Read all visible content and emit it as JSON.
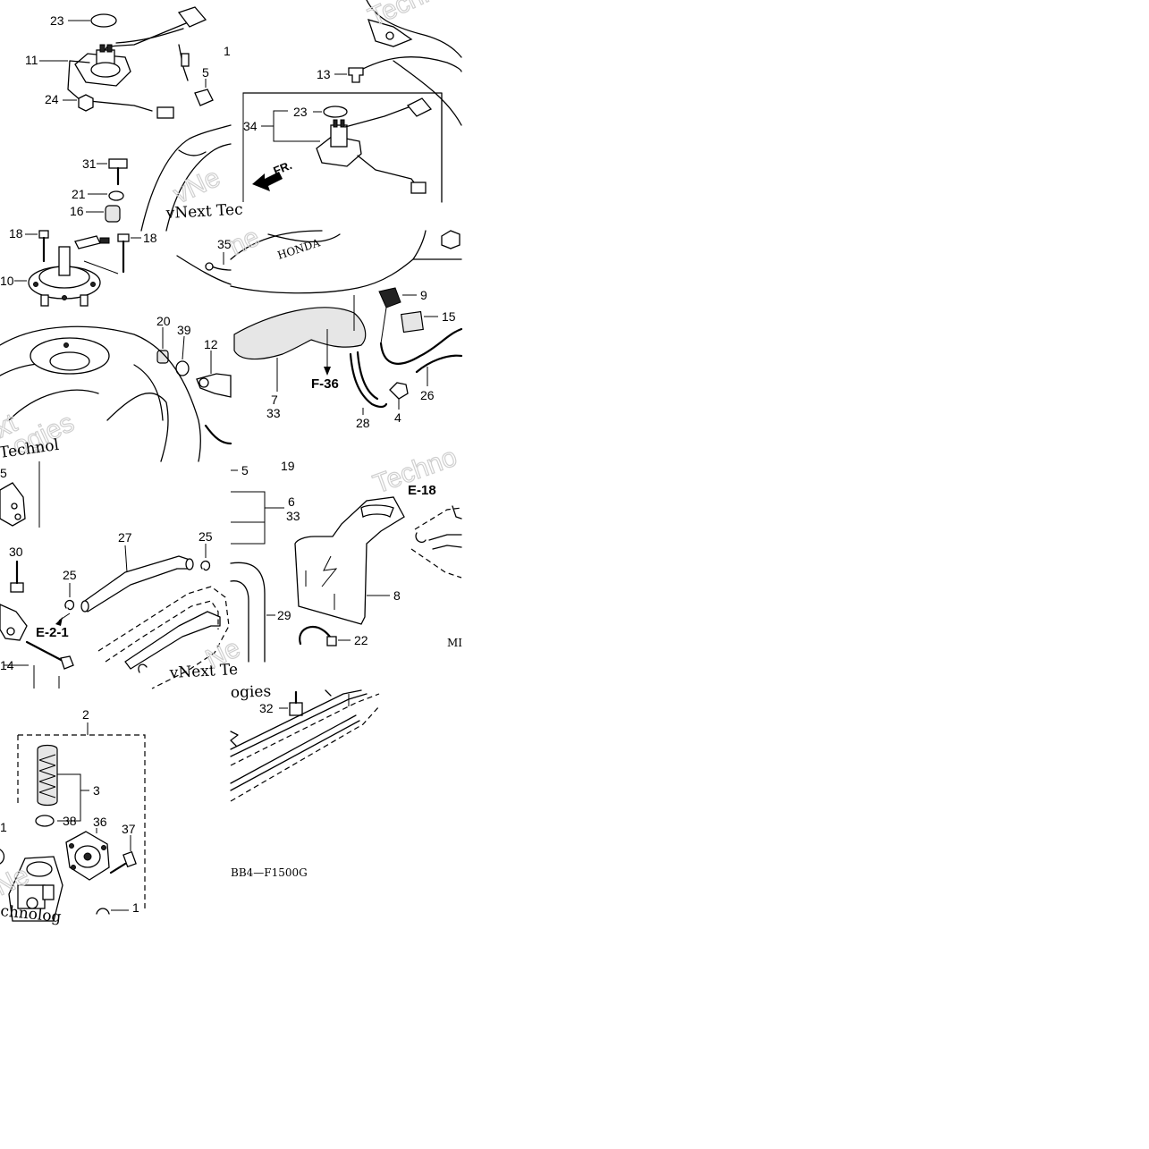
{
  "callouts": {
    "c23a": "23",
    "c11": "11",
    "c24": "24",
    "c5a": "5",
    "c1a": "1",
    "c31": "31",
    "c21": "21",
    "c16": "16",
    "c18a": "18",
    "c18b": "18",
    "c10": "10",
    "c13": "13",
    "c34": "34",
    "c23b": "23",
    "c35": "35",
    "c20": "20",
    "c39": "39",
    "c12": "12",
    "c9": "9",
    "c15": "15",
    "c7": "7",
    "c33a": "33",
    "c28": "28",
    "c4": "4",
    "c26": "26",
    "c5b": "5",
    "c30": "30",
    "c27": "27",
    "c25a": "25",
    "c25b": "25",
    "c14": "14",
    "c5c": "5",
    "c19": "19",
    "c6": "6",
    "c33b": "33",
    "c8": "8",
    "c29": "29",
    "c22": "22",
    "c2": "2",
    "c3": "3",
    "c38": "38",
    "c36": "36",
    "c37": "37",
    "c1b": "1",
    "c1c": "1",
    "c32": "32"
  },
  "references": {
    "f36": "F-36",
    "e21": "E-2-1",
    "e18": "E-18"
  },
  "direction_label": "FR.",
  "watermark_fragments": {
    "w1": "vNext Tec",
    "w2": "vNext Te",
    "w3": "Techno",
    "w4": "chnologies",
    "w5": "Technol",
    "w6": "ogies",
    "w7": "chnolog"
  },
  "diagram_code": "BB4—F1500G",
  "edge_fragment": "MI",
  "brand_fragment": "HONDA"
}
